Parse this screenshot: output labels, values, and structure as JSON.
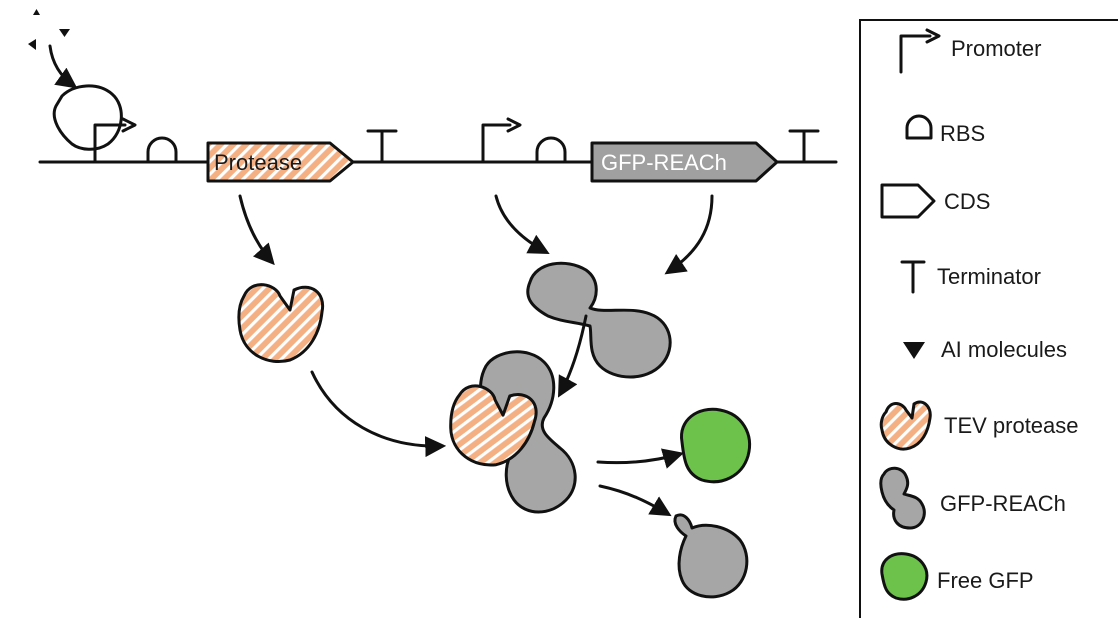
{
  "construct": {
    "cds_1_label": "Protease",
    "cds_2_label": "GFP-REACh"
  },
  "legend": {
    "items": [
      {
        "icon": "promoter-icon",
        "label": "Promoter"
      },
      {
        "icon": "rbs-icon",
        "label": "RBS"
      },
      {
        "icon": "cds-icon",
        "label": "CDS"
      },
      {
        "icon": "terminator-icon",
        "label": "Terminator"
      },
      {
        "icon": "ai-molecule-icon",
        "label": "AI molecules"
      },
      {
        "icon": "tev-protease-icon",
        "label": "TEV protease"
      },
      {
        "icon": "gfp-reach-icon",
        "label": "GFP-REACh"
      },
      {
        "icon": "free-gfp-icon",
        "label": "Free GFP"
      }
    ]
  },
  "colors": {
    "protease_fill": "#f4b083",
    "protease_stripe": "#ffffff",
    "reach_fill": "#a6a6a6",
    "cds2_fill": "#a0a0a0",
    "free_gfp_fill": "#6cc24a",
    "line": "#111111"
  }
}
